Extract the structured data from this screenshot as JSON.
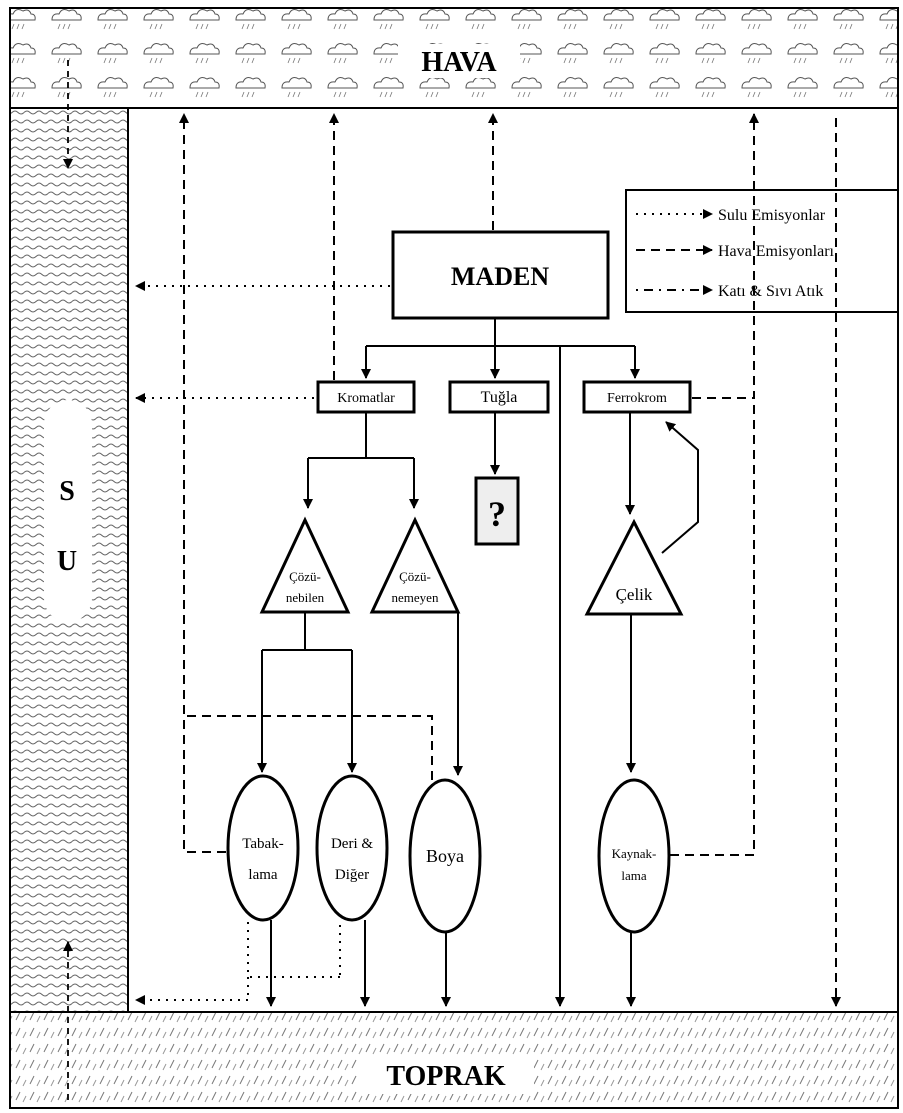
{
  "regions": {
    "air": "HAVA",
    "soil": "TOPRAK",
    "water_top": "S",
    "water_bottom": "U"
  },
  "nodes": {
    "source": "MADEN",
    "chromates": "Kromatlar",
    "brick": "Tuğla",
    "ferrochrome": "Ferrokrom",
    "brick_fate": "?",
    "soluble_line1": "Çözü-",
    "soluble_line2": "nebilen",
    "insoluble_line1": "Çözü-",
    "insoluble_line2": "nemeyen",
    "steel": "Çelik",
    "tanning_line1": "Tabak-",
    "tanning_line2": "lama",
    "leather_line1": "Deri &",
    "leather_line2": "Diğer",
    "paint": "Boya",
    "welding_line1": "Kaynak-",
    "welding_line2": "lama"
  },
  "legend": {
    "aqueous": "Sulu Emisyonlar",
    "air": "Hava Emisyonları",
    "waste": "Katı & Sıvı Atık"
  }
}
